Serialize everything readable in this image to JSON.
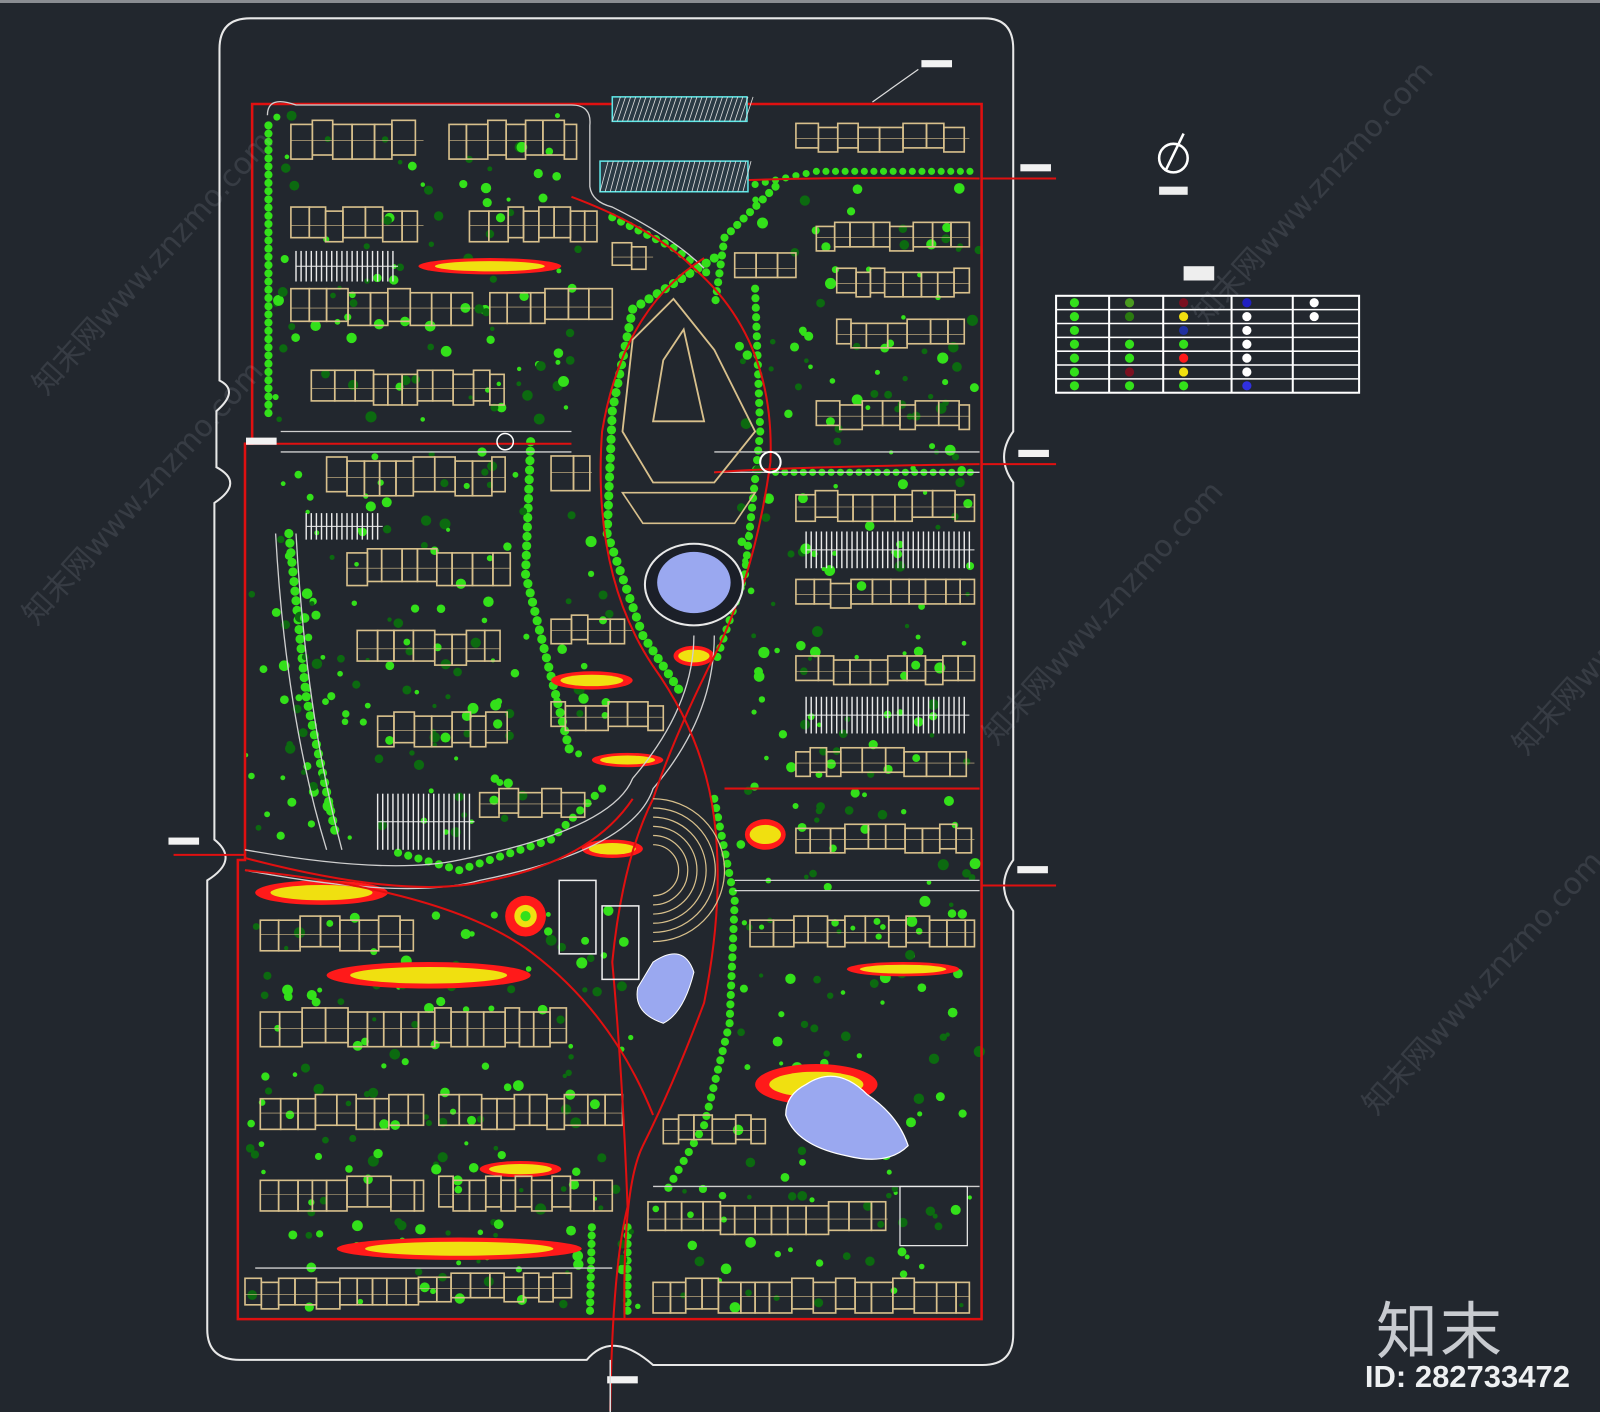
{
  "drawing": {
    "type": "residential site master plan (CAD)",
    "colors": {
      "background": "#22272e",
      "boundary": "#e8e8e8",
      "site_line": "#e01010",
      "building": "#d8c08c",
      "tree": "#33e01a",
      "shrub": "#0c6a10",
      "flower_red": "#ff1a1a",
      "flower_yellow": "#f0e010",
      "water": "#9aa8f0"
    },
    "legend": {
      "rows": 7,
      "columns": 5
    },
    "compass": {
      "icon": "north-arrow-icon"
    }
  },
  "watermark": {
    "text": "知末网www.znzmo.com"
  },
  "branding": {
    "logo": "知末",
    "id_label": "ID: 282733472"
  }
}
